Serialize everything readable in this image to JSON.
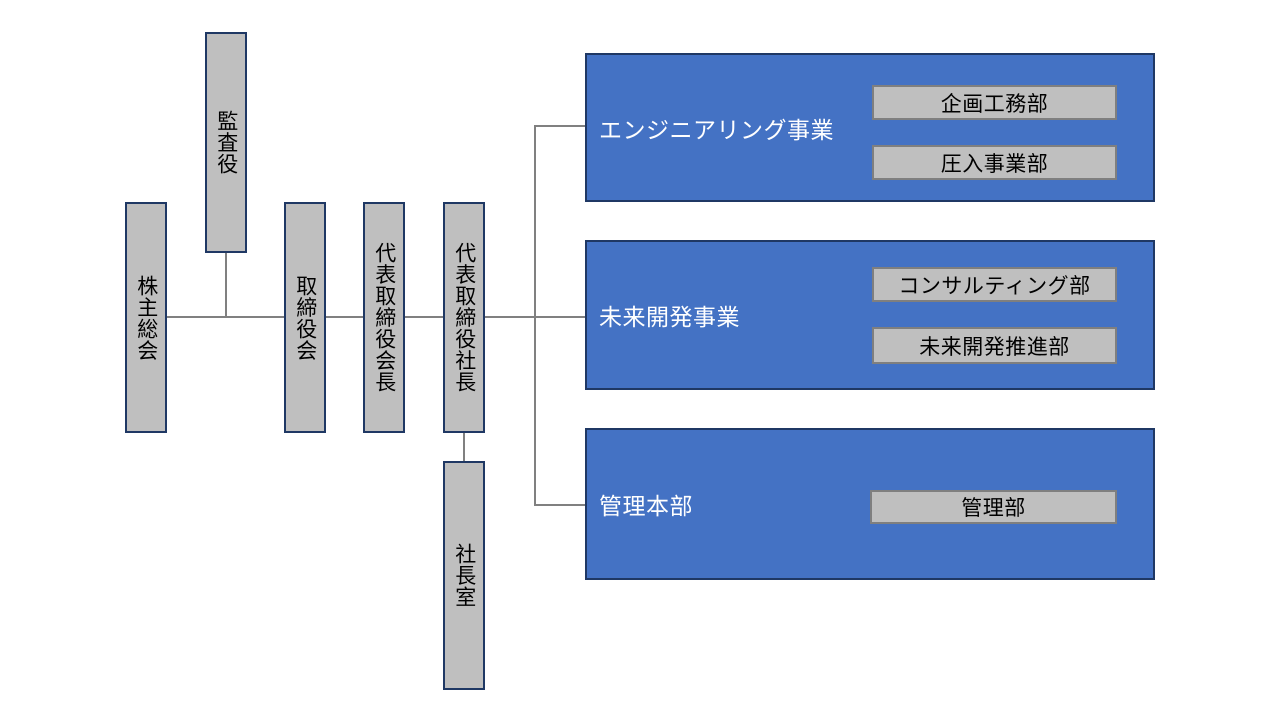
{
  "diagram": {
    "type": "organization-chart",
    "colors": {
      "panel_blue": "#4472C4",
      "box_gray": "#BFBFBF",
      "box_border_navy": "#1F3864",
      "dept_border_gray": "#7F7F7F",
      "connector_gray": "#808080",
      "panel_text": "#FFFFFF",
      "box_text": "#000000",
      "background": "#FFFFFF"
    }
  },
  "governance": {
    "shareholders_meeting": {
      "label": "株主総会"
    },
    "auditor": {
      "label": "監査役"
    },
    "board_of_directors": {
      "label": "取締役会"
    },
    "chairman": {
      "label": "代表取締役会長"
    },
    "president": {
      "label": "代表取締役社長"
    },
    "presidents_office": {
      "label": "社長室"
    }
  },
  "divisions": [
    {
      "id": "engineering",
      "title": "エンジニアリング事業",
      "departments": [
        {
          "label": "企画工務部"
        },
        {
          "label": "圧入事業部"
        }
      ]
    },
    {
      "id": "future-development",
      "title": "未来開発事業",
      "departments": [
        {
          "label": "コンサルティング部"
        },
        {
          "label": "未来開発推進部"
        }
      ]
    },
    {
      "id": "administration",
      "title": "管理本部",
      "departments": [
        {
          "label": "管理部"
        }
      ]
    }
  ]
}
